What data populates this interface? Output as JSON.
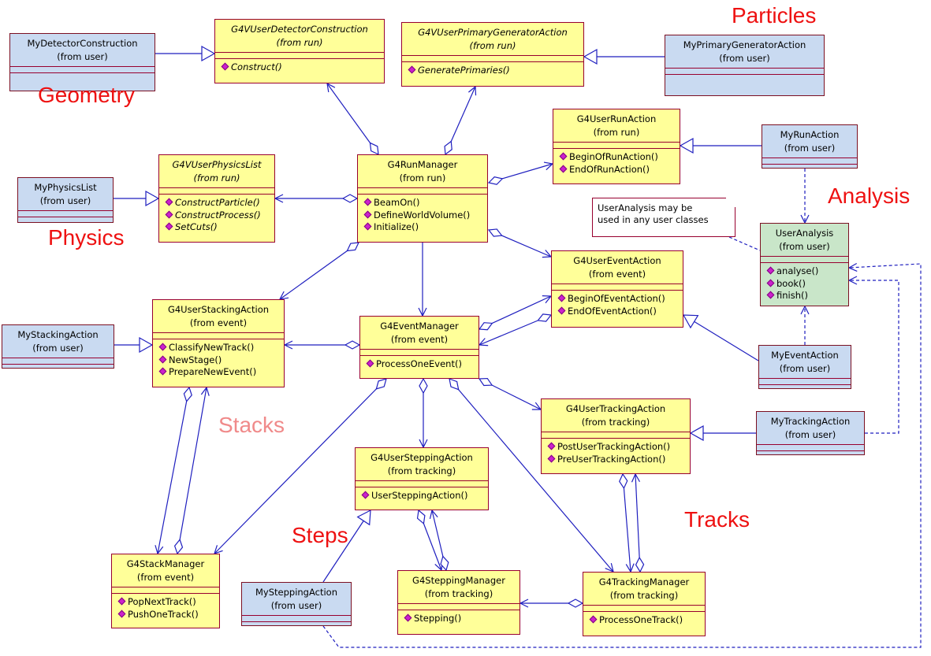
{
  "classes": {
    "my_detector": {
      "name": "MyDetectorConstruction",
      "pkg": "(from user)",
      "ops": []
    },
    "g4v_detector": {
      "name": "G4VUserDetectorConstruction",
      "pkg": "(from run)",
      "ops": [
        "Construct()"
      ]
    },
    "g4v_primary": {
      "name": "G4VUserPrimaryGeneratorAction",
      "pkg": "(from run)",
      "ops": [
        "GeneratePrimaries()"
      ]
    },
    "my_primary": {
      "name": "MyPrimaryGeneratorAction",
      "pkg": "(from user)",
      "ops": []
    },
    "g4_run_action": {
      "name": "G4UserRunAction",
      "pkg": "(from run)",
      "ops": [
        "BeginOfRunAction()",
        "EndOfRunAction()"
      ]
    },
    "my_run_action": {
      "name": "MyRunAction",
      "pkg": "(from user)",
      "ops": []
    },
    "my_physics": {
      "name": "MyPhysicsList",
      "pkg": "(from user)",
      "ops": []
    },
    "g4v_physics": {
      "name": "G4VUserPhysicsList",
      "pkg": "(from run)",
      "ops": [
        "ConstructParticle()",
        "ConstructProcess()",
        "SetCuts()"
      ]
    },
    "run_manager": {
      "name": "G4RunManager",
      "pkg": "(from run)",
      "ops": [
        "BeamOn()",
        "DefineWorldVolume()",
        "Initialize()"
      ]
    },
    "user_analysis": {
      "name": "UserAnalysis",
      "pkg": "(from user)",
      "ops": [
        "analyse()",
        "book()",
        "finish()"
      ]
    },
    "g4_event_action": {
      "name": "G4UserEventAction",
      "pkg": "(from event)",
      "ops": [
        "BeginOfEventAction()",
        "EndOfEventAction()"
      ]
    },
    "my_stacking": {
      "name": "MyStackingAction",
      "pkg": "(from user)",
      "ops": []
    },
    "g4_stacking": {
      "name": "G4UserStackingAction",
      "pkg": "(from event)",
      "ops": [
        "ClassifyNewTrack()",
        "NewStage()",
        "PrepareNewEvent()"
      ]
    },
    "event_manager": {
      "name": "G4EventManager",
      "pkg": "(from event)",
      "ops": [
        "ProcessOneEvent()"
      ]
    },
    "my_event_action": {
      "name": "MyEventAction",
      "pkg": "(from user)",
      "ops": []
    },
    "g4_tracking_action": {
      "name": "G4UserTrackingAction",
      "pkg": "(from tracking)",
      "ops": [
        "PostUserTrackingAction()",
        "PreUserTrackingAction()"
      ]
    },
    "my_tracking": {
      "name": "MyTrackingAction",
      "pkg": "(from user)",
      "ops": []
    },
    "g4_stepping_action": {
      "name": "G4UserSteppingAction",
      "pkg": "(from tracking)",
      "ops": [
        "UserSteppingAction()"
      ]
    },
    "stack_manager": {
      "name": "G4StackManager",
      "pkg": "(from event)",
      "ops": [
        "PopNextTrack()",
        "PushOneTrack()"
      ]
    },
    "my_stepping": {
      "name": "MySteppingAction",
      "pkg": "(from user)",
      "ops": []
    },
    "stepping_manager": {
      "name": "G4SteppingManager",
      "pkg": "(from tracking)",
      "ops": [
        "Stepping()"
      ]
    },
    "tracking_manager": {
      "name": "G4TrackingManager",
      "pkg": "(from tracking)",
      "ops": [
        "ProcessOneTrack()"
      ]
    }
  },
  "labels": {
    "particles": "Particles",
    "geometry": "Geometry",
    "analysis": "Analysis",
    "physics": "Physics",
    "stacks": "Stacks",
    "steps": "Steps",
    "tracks": "Tracks"
  },
  "note": {
    "line1": "UserAnalysis may be",
    "line2": "used in any user classes"
  },
  "colors": {
    "class_fill": "#ffff99",
    "user_fill": "#c9daf1",
    "analysis_fill": "#c9e6c9",
    "edge": "#1f1fbf",
    "label": "#ee1111",
    "label_soft": "#f08a8a"
  }
}
